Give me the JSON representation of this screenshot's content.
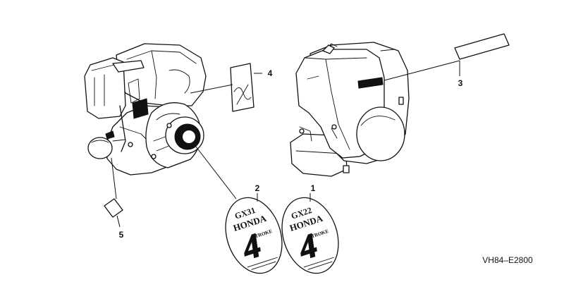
{
  "diagram": {
    "code": "VH84–E2800",
    "callouts": [
      "1",
      "2",
      "3",
      "4",
      "5"
    ],
    "emblems": [
      {
        "model": "GX22",
        "brand": "HONDA",
        "digit": "4",
        "word": "STROKE"
      },
      {
        "model": "GX31",
        "brand": "HONDA",
        "digit": "4",
        "word": "STROKE"
      }
    ],
    "colors": {
      "ink": "#111111",
      "paper": "#ffffff"
    }
  }
}
